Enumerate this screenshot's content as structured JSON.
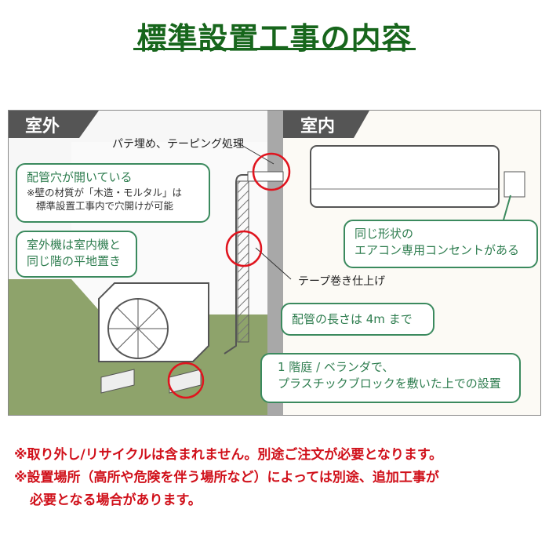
{
  "title": "標準設置工事の内容",
  "diagram": {
    "outdoor_label": "室外",
    "indoor_label": "室内",
    "putty_label": "パテ埋め、テーピング処理",
    "tape_label": "テープ巻き仕上げ",
    "hole_bubble": {
      "title": "配管穴が開いている",
      "note_line1": "※壁の材質が「木造・モルタル」は",
      "note_line2": "標準設置工事内で穴開けが可能"
    },
    "floor_bubble": {
      "line1": "室外機は室内機と",
      "line2": "同じ階の平地置き"
    },
    "outlet_bubble": {
      "line1": "同じ形状の",
      "line2": "エアコン専用コンセントがある"
    },
    "pipe_bubble": "配管の長さは 4m まで",
    "block_bubble": {
      "line1": "1 階庭 / ベランダで、",
      "line2": "プラスチックブロックを敷いた上での設置"
    },
    "colors": {
      "bubble_border": "#3b8a5e",
      "circle": "#e0141e",
      "ground": "#8ea36b",
      "wall": "#a8a8a8",
      "tab": "#555555"
    }
  },
  "notes": [
    "※取り外し/リサイクルは含まれません。別途ご注文が必要となります。",
    "※設置場所（高所や危険を伴う場所など）によっては別途、追加工事が",
    "必要となる場合があります。"
  ]
}
